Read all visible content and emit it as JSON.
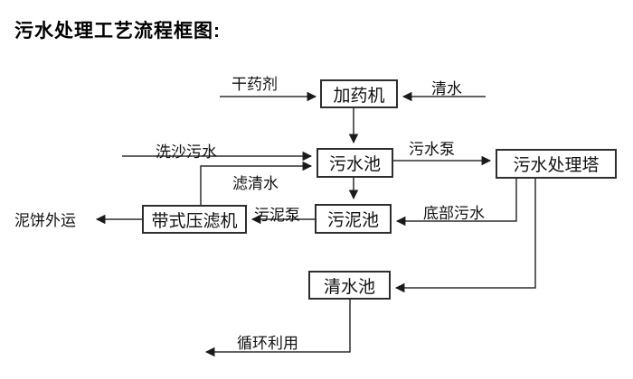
{
  "title": "污水处理工艺流程框图:",
  "diagram": {
    "line_color": "#2e2e2e",
    "background_color": "#ffffff",
    "nodes": {
      "dosing_machine": {
        "label": "加药机"
      },
      "sewage_pool": {
        "label": "污水池"
      },
      "treatment_tower": {
        "label": "污水处理塔"
      },
      "sludge_pool": {
        "label": "污泥池"
      },
      "belt_filter_press": {
        "label": "带式压滤机"
      },
      "clean_water_pool": {
        "label": "清水池"
      }
    },
    "edge_labels": {
      "dry_chemical": "干药剂",
      "clean_water": "清水",
      "sand_washing_sewage": "洗沙污水",
      "filtered_water": "滤清水",
      "sewage_pump": "污水泵",
      "bottom_sewage": "底部污水",
      "sludge_pump": "污泥泵",
      "mud_cake_out": "泥饼外运",
      "recycle_use": "循环利用"
    },
    "edges": [
      {
        "from": "干药剂(外部)",
        "to": "加药机",
        "label": "干药剂"
      },
      {
        "from": "清水(外部)",
        "to": "加药机",
        "label": "清水"
      },
      {
        "from": "加药机",
        "to": "污水池",
        "label": ""
      },
      {
        "from": "洗沙污水(外部)",
        "to": "污水池",
        "label": "洗沙污水"
      },
      {
        "from": "带式压滤机",
        "to": "污水池",
        "label": "滤清水"
      },
      {
        "from": "污水池",
        "to": "污水处理塔",
        "label": "污水泵"
      },
      {
        "from": "污水处理塔",
        "to": "污泥池",
        "label": "底部污水"
      },
      {
        "from": "污水池",
        "to": "污泥池",
        "label": ""
      },
      {
        "from": "污泥池",
        "to": "带式压滤机",
        "label": "污泥泵"
      },
      {
        "from": "带式压滤机",
        "to": "泥饼外运",
        "label": "泥饼外运"
      },
      {
        "from": "污水处理塔",
        "to": "清水池",
        "label": ""
      },
      {
        "from": "清水池",
        "to": "循环利用",
        "label": "循环利用"
      }
    ]
  }
}
